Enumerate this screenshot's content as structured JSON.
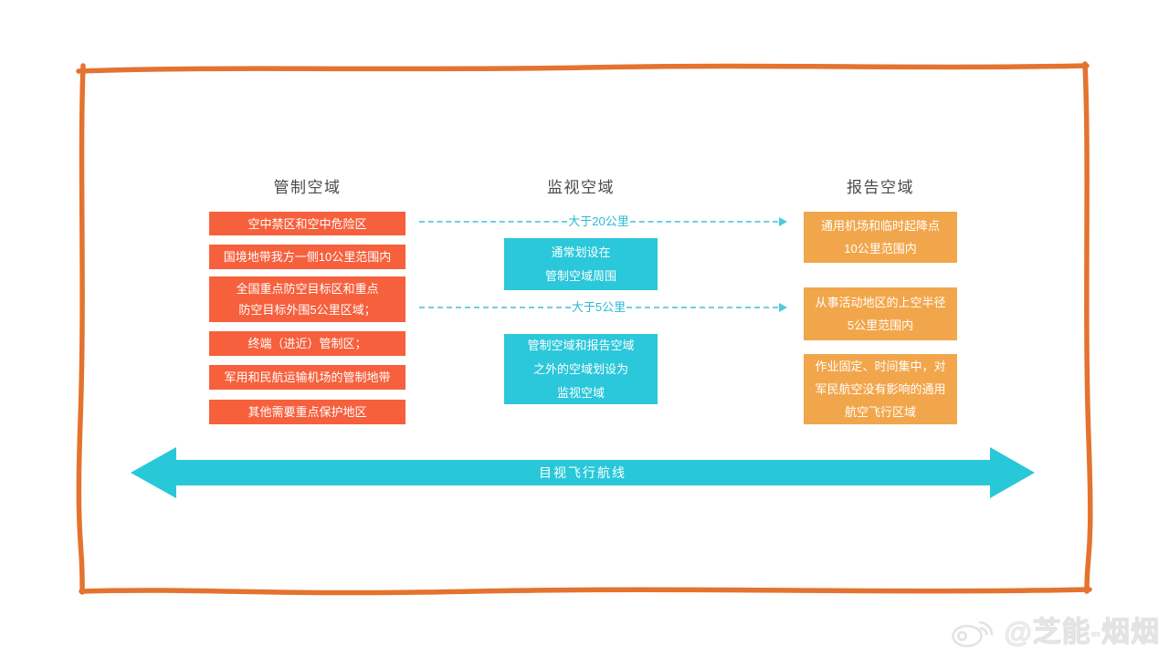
{
  "diagram": {
    "columns": [
      {
        "header": "管制空域",
        "items": [
          "空中禁区和空中危险区",
          "国境地带我方一侧10公里范围内",
          "全国重点防空目标区和重点\n防空目标外围5公里区域；",
          "终端（进近）管制区；",
          "军用和民航运输机场的管制地带",
          "其他需要重点保护地区"
        ]
      },
      {
        "header": "监视空域",
        "items": [
          "通常划设在\n管制空域周围",
          "管制空域和报告空域\n之外的空域划设为\n监视空域"
        ]
      },
      {
        "header": "报告空域",
        "items": [
          "通用机场和临时起降点\n10公里范围内",
          "从事活动地区的上空半径\n5公里范围内",
          "作业固定、时间集中，对\n军民航空没有影响的通用\n航空飞行区域"
        ]
      }
    ],
    "connectors": [
      {
        "label": "大于20公里"
      },
      {
        "label": "大于5公里"
      }
    ],
    "bottom_arrow": {
      "label": "目视飞行航线"
    },
    "watermark": {
      "text": "@芝能-烟烟",
      "icon": "weibo-icon"
    },
    "colors": {
      "frame_border": "#E4732F",
      "controlled_box": "#F6603D",
      "surveillance_box": "#2BC7DA",
      "report_box": "#F2A64B",
      "connector_line": "#6FD0E0",
      "connector_text": "#29BAD2",
      "bottom_arrow": "#29C8D9",
      "header_text": "#4A4A4A",
      "watermark": "#E8E8E8"
    }
  }
}
